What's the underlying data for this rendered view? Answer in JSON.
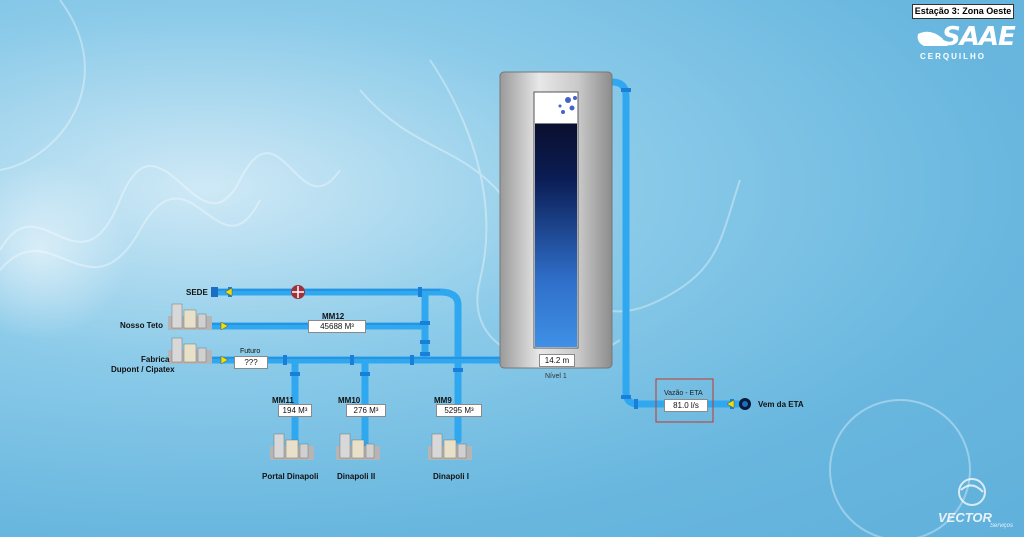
{
  "window": {
    "station_title": "Estação 3: Zona Oeste"
  },
  "brand": {
    "name": "SAAE",
    "subtitle": "CERQUILHO",
    "footer_name": "VECTOR",
    "footer_sub": "Serviços"
  },
  "lines": {
    "sede": {
      "label": "SEDE"
    },
    "nosso_teto": {
      "label": "Nosso Teto",
      "meter": "MM12",
      "value": "45688 M³"
    },
    "fabrica": {
      "label_line1": "Fabrica",
      "label_line2": "Dupont / Cipatex",
      "future_label": "Futuro",
      "value": "???"
    }
  },
  "branches": [
    {
      "meter": "MM11",
      "value": "194 M³",
      "site": "Portal Dinapoli"
    },
    {
      "meter": "MM10",
      "value": "276 M³",
      "site": "Dinapoli II"
    },
    {
      "meter": "MM9",
      "value": "5295 M³",
      "site": "Dinapoli I"
    }
  ],
  "tank": {
    "level_value": "14.2 m",
    "level_label": "Nível 1",
    "fill_fraction": 0.88
  },
  "flow": {
    "title": "Vazão - ETA",
    "value": "81.0 l/s",
    "source_label": "Vem da ETA"
  },
  "colors": {
    "pipe": "#2fa8f0",
    "pipe_dark": "#1a6fc0",
    "valve": "#a0303a",
    "flow_box": "#c0392b",
    "arrow": "#f0e000"
  }
}
